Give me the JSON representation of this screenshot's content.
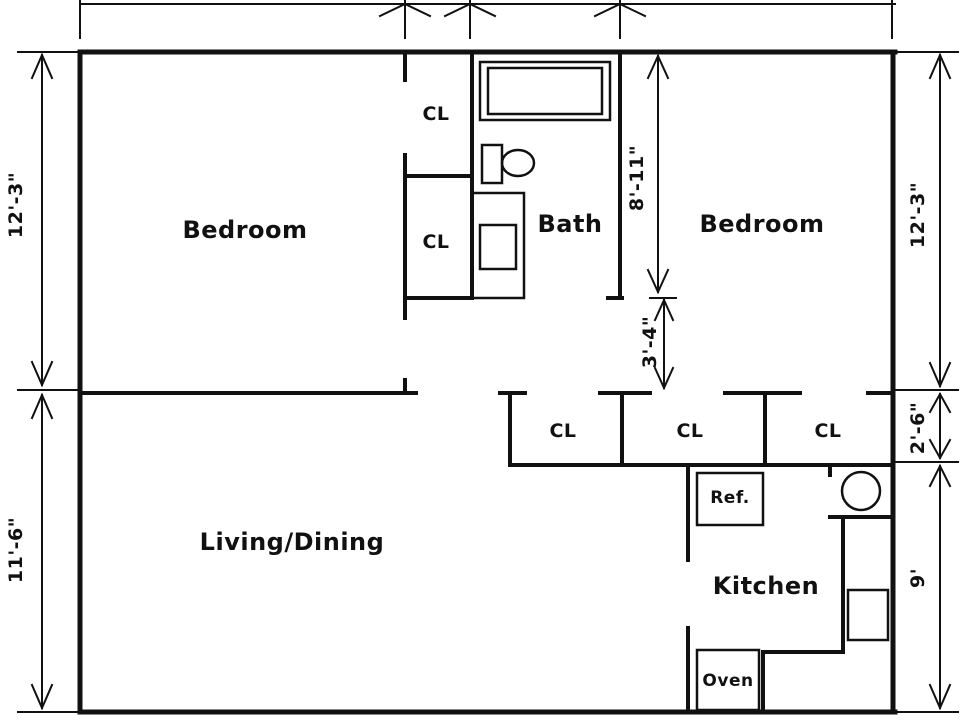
{
  "rooms": {
    "bedroom_left": "Bedroom",
    "bath": "Bath",
    "bedroom_right": "Bedroom",
    "living_dining": "Living/Dining",
    "kitchen": "Kitchen"
  },
  "closets": {
    "upper": "CL",
    "lower": "CL",
    "hall_1": "CL",
    "hall_2": "CL",
    "hall_3": "CL"
  },
  "fixtures": {
    "refrigerator": "Ref.",
    "oven": "Oven"
  },
  "dimensions": {
    "left_upper": "12'-3\"",
    "left_lower": "11'-6\"",
    "right_upper": "12'-3\"",
    "right_middle": "2'-6\"",
    "right_lower": "9'",
    "bath_height": "8'-11\"",
    "hall_gap": "3'-4\""
  }
}
